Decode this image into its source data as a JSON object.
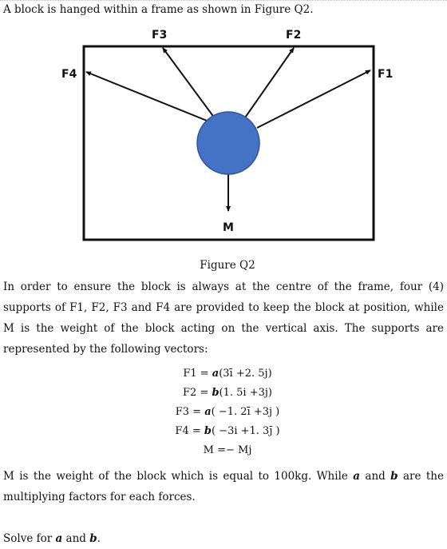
{
  "intro": "A block is hanged within a frame as shown in Figure Q2.",
  "figure": {
    "labels": {
      "f1": "F1",
      "f2": "F2",
      "f3": "F3",
      "f4": "F4",
      "m": "M"
    },
    "block_color": "#4472C4",
    "block_edge_color": "#2F5597",
    "caption": "Figure Q2"
  },
  "paragraph1": "In order to ensure the block is always at the centre of the frame, four (4) supports of F1, F2, F3 and F4 are provided to keep the block at position, while M is the weight of the block acting on the vertical axis. The supports are represented by the following vectors:",
  "equations": [
    {
      "lhs": "F1 = ",
      "factor": "a",
      "rhs": "(3ī +2. 5j)"
    },
    {
      "lhs": "F2 = ",
      "factor": "b",
      "rhs": "(1. 5i +3j)"
    },
    {
      "lhs": "F3 = ",
      "factor": "a",
      "rhs": "( −1. 2ī +3j )"
    },
    {
      "lhs": "F4 = ",
      "factor": "b",
      "rhs": "( −3i +1. 3j̄ )"
    },
    {
      "lhs": "M =− Mj",
      "factor": "",
      "rhs": ""
    }
  ],
  "paragraph2": {
    "before": "M is the weight of the block which is equal to 100kg. While ",
    "a": "a",
    "middle": " and ",
    "b": "b",
    "after": " are the multiplying factors for each forces."
  },
  "paragraph3": {
    "before": "Solve for ",
    "a": "a",
    "middle": " and ",
    "b": "b",
    "after": "."
  }
}
